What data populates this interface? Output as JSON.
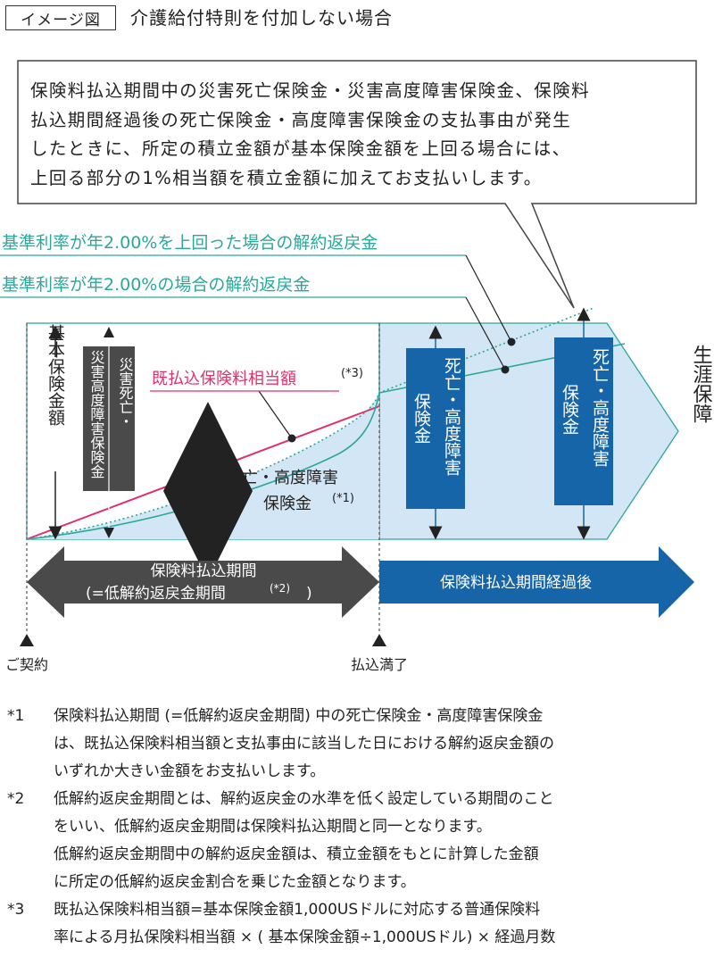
{
  "header": {
    "tag": "イメージ図",
    "title": "介護給付特則を付加しない場合"
  },
  "callout": {
    "lines": [
      "保険料払込期間中の災害死亡保険金・災害高度障害保険金、保険料",
      "払込期間経過後の死亡保険金・高度障害保険金の支払事由が発生",
      "したときに、所定の積立金額が基本保険金額を上回る場合には、",
      "上回る部分の1%相当額を積立金額に加えてお支払いします。"
    ]
  },
  "lines_labels": {
    "above_rate": "基準利率が年2.00%を上回った場合の解約返戻金",
    "at_rate": "基準利率が年2.00%の場合の解約返戻金",
    "paid_premium": "既払込保険料相当額",
    "paid_premium_ref": "(*3)"
  },
  "diagram": {
    "basic_amount": "基本保険金額",
    "disaster_death_1": "災害死亡・",
    "disaster_death_2": "災害高度障害保険金",
    "death_benefit_1": "死亡・高度障害",
    "death_benefit_2": "保険金",
    "death_benefit_ref": "(*1)",
    "after_box1_1": "死亡・高度障害",
    "after_box1_2": "保険金",
    "after_box2_1": "死亡・高度障害",
    "after_box2_2": "保険金",
    "lifetime": "生涯保障"
  },
  "periods": {
    "payment_period": "保険料払込期間",
    "low_refund_period": "(=低解約返戻金期間",
    "low_refund_ref": "(*2)",
    "low_refund_close": ")",
    "after_payment": "保険料払込期間経過後"
  },
  "timeline": {
    "contract": "ご契約",
    "paid_up": "払込満了"
  },
  "notes": [
    {
      "mark": "*1",
      "lines": [
        "保険料払込期間 (=低解約返戻金期間) 中の死亡保険金・高度障害保険金",
        "は、既払込保険料相当額と支払事由に該当した日における解約返戻金額の",
        "いずれか大きい金額をお支払いします。"
      ]
    },
    {
      "mark": "*2",
      "lines": [
        "低解約返戻金期間とは、解約返戻金の水準を低く設定している期間のこと",
        "をいい、低解約返戻金期間は保険料払込期間と同一となります。",
        "低解約返戻金期間中の解約返戻金額は、積立金額をもとに計算した金額",
        "に所定の低解約返戻金割合を乗じた金額となります。"
      ]
    },
    {
      "mark": "*3",
      "lines": [
        "既払込保険料相当額=基本保険金額1,000USドルに対応する普通保険料",
        "率による月払保険料相当額 × ( 基本保険金額÷1,000USドル) × 経過月数"
      ]
    }
  ],
  "colors": {
    "teal": "#2aa89a",
    "blue": "#1565a8",
    "dark_gray": "#4a4a4a",
    "pink": "#e0306a",
    "light_blue": "#d3e6f5"
  }
}
